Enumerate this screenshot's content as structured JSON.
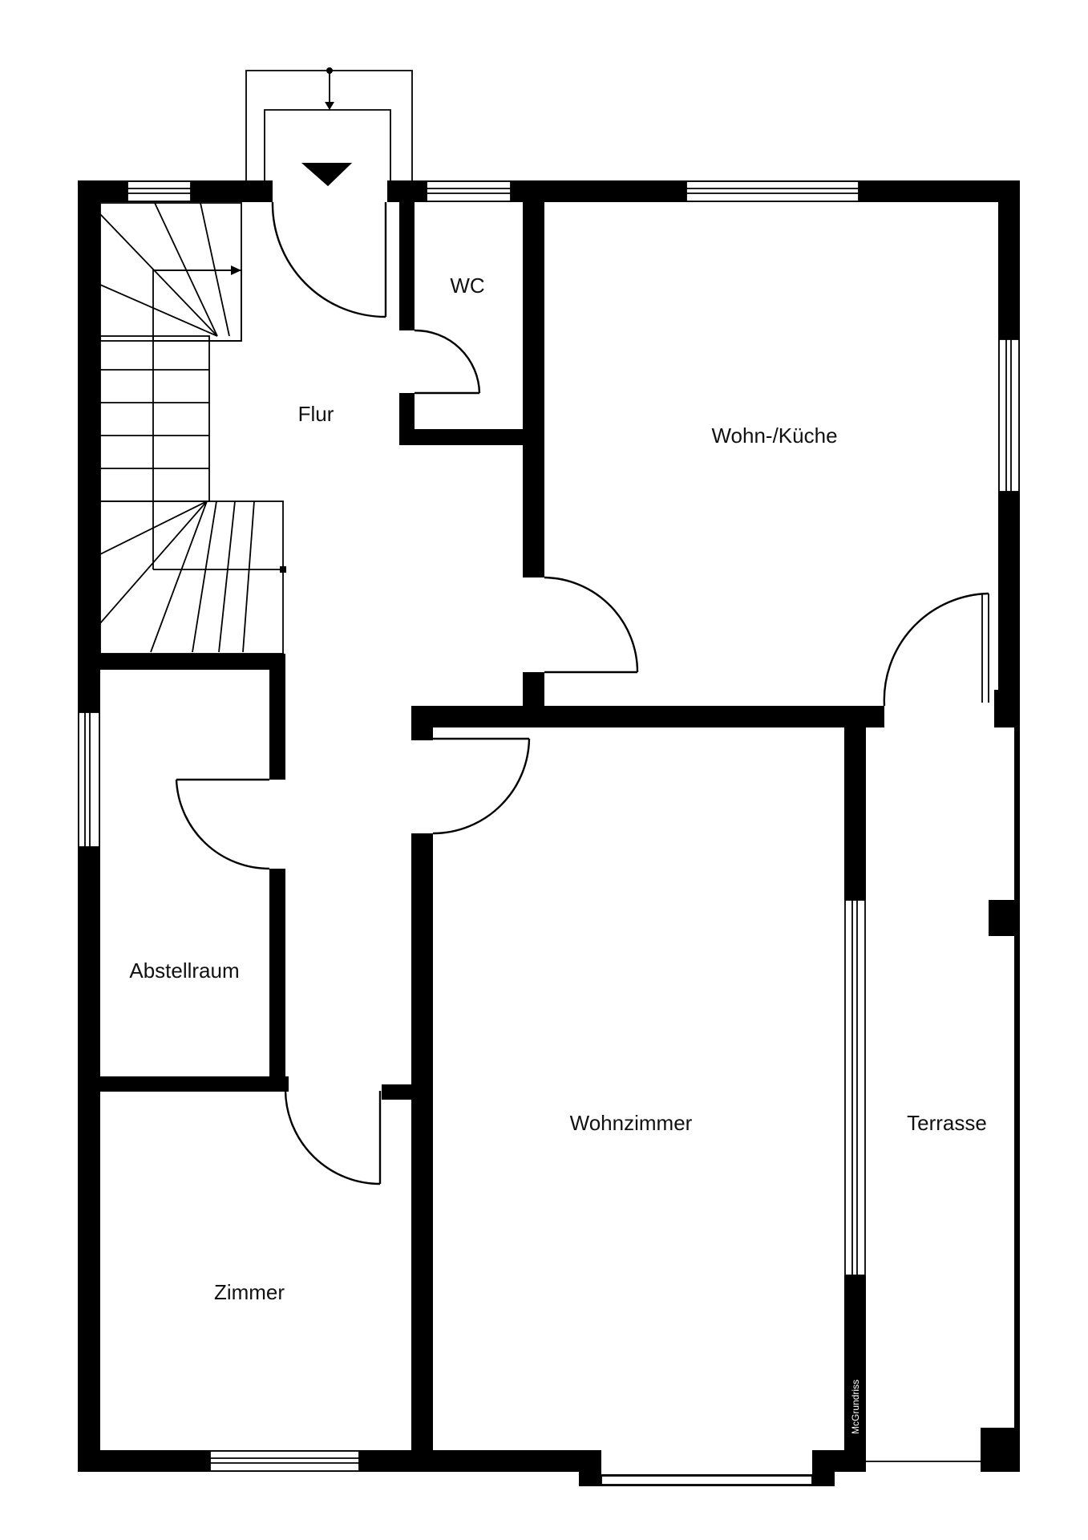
{
  "plan": {
    "rooms": [
      {
        "id": "flur",
        "label": "Flur"
      },
      {
        "id": "wc",
        "label": "WC"
      },
      {
        "id": "wohn_kueche",
        "label": "Wohn-/Küche"
      },
      {
        "id": "abstellraum",
        "label": "Abstellraum"
      },
      {
        "id": "wohnzimmer",
        "label": "Wohnzimmer"
      },
      {
        "id": "terrasse",
        "label": "Terrasse"
      },
      {
        "id": "zimmer",
        "label": "Zimmer"
      }
    ],
    "watermark": "McGrundriss",
    "colors": {
      "wall": "#000000",
      "background": "#ffffff",
      "text": "#111111"
    }
  }
}
